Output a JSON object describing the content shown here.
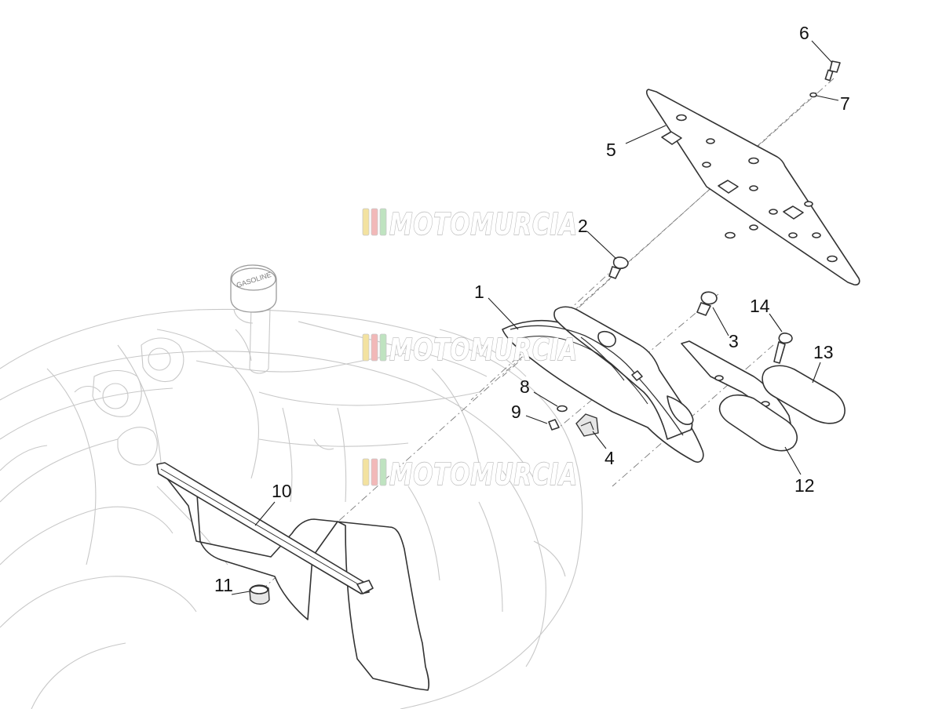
{
  "diagram": {
    "callouts": [
      {
        "id": "1",
        "label": "1"
      },
      {
        "id": "2",
        "label": "2"
      },
      {
        "id": "3",
        "label": "3"
      },
      {
        "id": "4",
        "label": "4"
      },
      {
        "id": "5",
        "label": "5"
      },
      {
        "id": "6",
        "label": "6"
      },
      {
        "id": "7",
        "label": "7"
      },
      {
        "id": "8",
        "label": "8"
      },
      {
        "id": "9",
        "label": "9"
      },
      {
        "id": "10",
        "label": "10"
      },
      {
        "id": "11",
        "label": "11"
      },
      {
        "id": "12",
        "label": "12"
      },
      {
        "id": "13",
        "label": "13"
      },
      {
        "id": "14",
        "label": "14"
      }
    ],
    "cap_text": "GASOLINE",
    "watermark": {
      "text": "MOTOMURCIA",
      "stripe_colors": [
        "#f3e2a0",
        "#f2b8b8",
        "#bfe3c0"
      ]
    }
  }
}
